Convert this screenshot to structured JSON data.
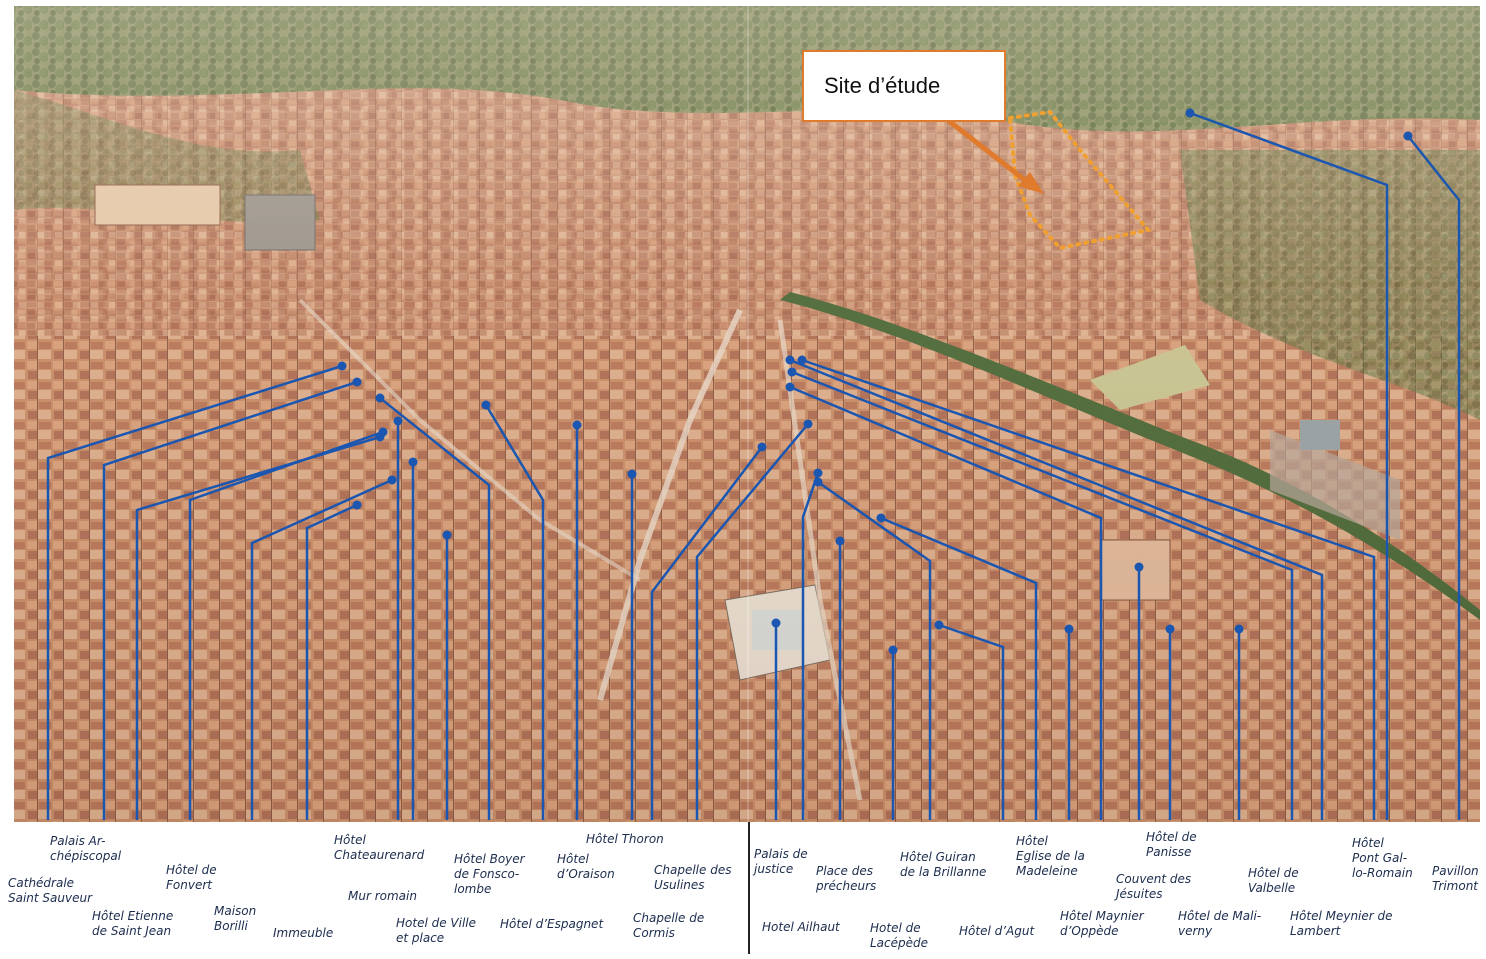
{
  "map": {
    "callout": "Site d’étude",
    "labels": [
      {
        "id": "cathedrale-saint-sauveur",
        "text": "Cathédrale\nSaint Sauveur"
      },
      {
        "id": "palais-archiepiscopal",
        "text": "Palais Ar-\nchépiscopal"
      },
      {
        "id": "hotel-etienne-de-saint-jean",
        "text": "Hôtel  Etienne\nde Saint Jean"
      },
      {
        "id": "hotel-de-fonvert",
        "text": "Hôtel  de\nFonvert"
      },
      {
        "id": "maison-borilli",
        "text": "Maison\nBorilli"
      },
      {
        "id": "immeuble",
        "text": "Immeuble"
      },
      {
        "id": "hotel-chateaurenard",
        "text": "Hôtel\nChateaurenard"
      },
      {
        "id": "mur-romain",
        "text": "Mur romain"
      },
      {
        "id": "hotel-de-ville",
        "text": "Hotel de Ville\net place"
      },
      {
        "id": "hotel-boyer-de-fonscolombe",
        "text": "Hôtel Boyer\nde Fonsco-\nlombe"
      },
      {
        "id": "hotel-d-espagnet",
        "text": "Hôtel d’Espagnet"
      },
      {
        "id": "hotel-d-oraison",
        "text": "Hôtel\nd’Oraison"
      },
      {
        "id": "hotel-thoron",
        "text": "Hôtel Thoron"
      },
      {
        "id": "chapelle-de-cormis",
        "text": "Chapelle de\nCormis"
      },
      {
        "id": "chapelle-des-usulines",
        "text": "Chapelle des\nUsulines"
      },
      {
        "id": "palais-de-justice",
        "text": "Palais de\njustice"
      },
      {
        "id": "hotel-ailhaut",
        "text": "Hotel Ailhaut"
      },
      {
        "id": "place-des-precheurs",
        "text": "Place des\nprécheurs"
      },
      {
        "id": "hotel-de-lacepede",
        "text": "Hotel de\nLacépède"
      },
      {
        "id": "hotel-guiran-de-la-brillanne",
        "text": "Hôtel Guiran\nde la Brillanne"
      },
      {
        "id": "hotel-d-agut",
        "text": "Hôtel d’Agut"
      },
      {
        "id": "eglise-de-la-madeleine",
        "text": "Hôtel\nEglise de la\nMadeleine"
      },
      {
        "id": "hotel-maynier-d-oppede",
        "text": "Hôtel Maynier\nd’Oppède"
      },
      {
        "id": "couvent-des-jesuites",
        "text": "Couvent des\nJésuites"
      },
      {
        "id": "hotel-de-panisse",
        "text": "Hôtel de\nPanisse"
      },
      {
        "id": "hotel-de-malierny",
        "text": "Hôtel de Mali-\nverny"
      },
      {
        "id": "hotel-de-valbelle",
        "text": "Hôtel de\nValbelle"
      },
      {
        "id": "hotel-meynier-de-lambert",
        "text": "Hôtel Meynier de\nLambert"
      },
      {
        "id": "hotel-pont-gal-lo-romain",
        "text": "Hôtel\nPont Gal-\nlo-Romain"
      },
      {
        "id": "pavillon-trimont",
        "text": "Pavillon\nTrimont"
      }
    ]
  }
}
